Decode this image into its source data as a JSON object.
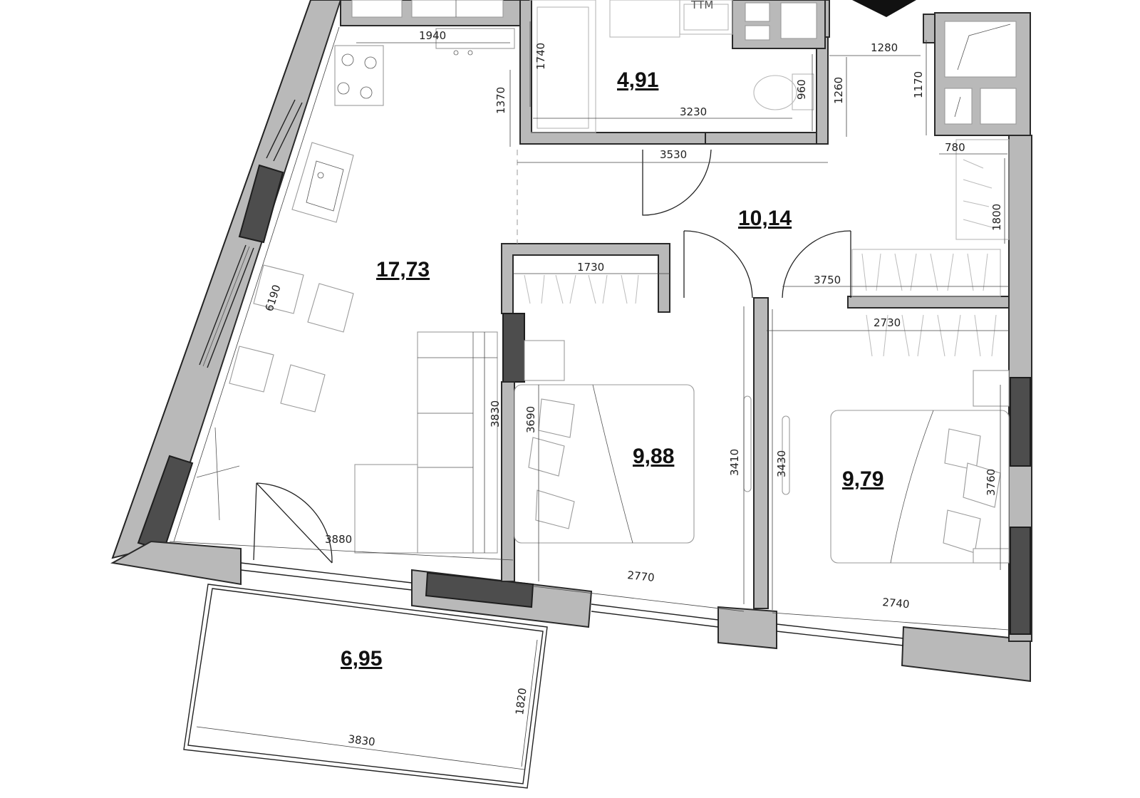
{
  "plan": {
    "rooms": [
      {
        "id": "kitchen-living",
        "area": "17,73"
      },
      {
        "id": "bathroom",
        "area": "4,91"
      },
      {
        "id": "hallway",
        "area": "10,14"
      },
      {
        "id": "bedroom-1",
        "area": "9,88"
      },
      {
        "id": "bedroom-2",
        "area": "9,79"
      },
      {
        "id": "balcony",
        "area": "6,95"
      }
    ],
    "dimensions": {
      "d1940": "1940",
      "d1740": "1740",
      "d1370": "1370",
      "d3230": "3230",
      "d960": "960",
      "d1260": "1260",
      "d1280": "1280",
      "d1170": "1170",
      "d3530": "3530",
      "d780": "780",
      "d1800": "1800",
      "d1730": "1730",
      "d3750": "3750",
      "d2730": "2730",
      "d6190": "6190",
      "d3830a": "3830",
      "d3690": "3690",
      "d3410": "3410",
      "d3430": "3430",
      "d3760": "3760",
      "d3880": "3880",
      "d2770": "2770",
      "d2740": "2740",
      "d1820": "1820",
      "d3830b": "3830"
    },
    "top_label": "ТТМ"
  }
}
